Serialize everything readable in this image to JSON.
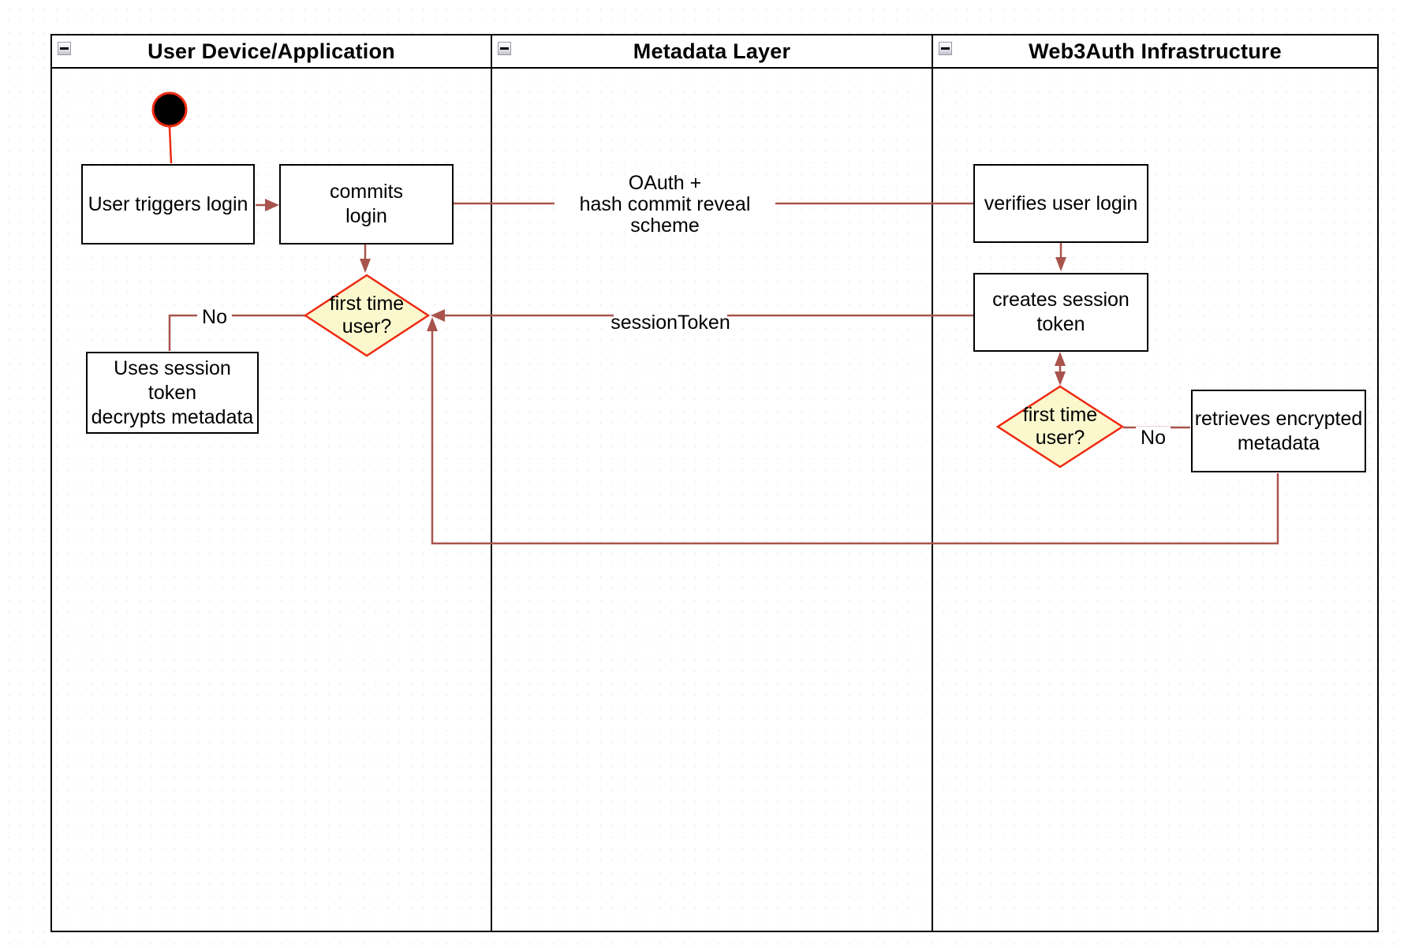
{
  "lanes": [
    {
      "title": "User Device/Application"
    },
    {
      "title": "Metadata Layer"
    },
    {
      "title": "Web3Auth Infrastructure"
    }
  ],
  "nodes": {
    "user_triggers": "User triggers login",
    "commits": "commits\nlogin",
    "uses_session": "Uses session\ntoken\ndecrypts metadata",
    "verifies": "verifies user login",
    "creates": "creates session\ntoken",
    "retrieves": "retrieves encrypted\nmetadata"
  },
  "decisions": {
    "left": "first time\nuser?",
    "right": "first time\nuser?"
  },
  "edge_labels": {
    "oauth": "OAuth +\nhash commit reveal scheme",
    "session_token": "sessionToken",
    "no_left": "No",
    "no_right": "No"
  },
  "icons": {
    "collapse": "minus"
  },
  "colors": {
    "connector": "#A8544D",
    "accent_red": "#EF2A13",
    "decision_fill": "#FBF8CE",
    "border": "#000000"
  }
}
